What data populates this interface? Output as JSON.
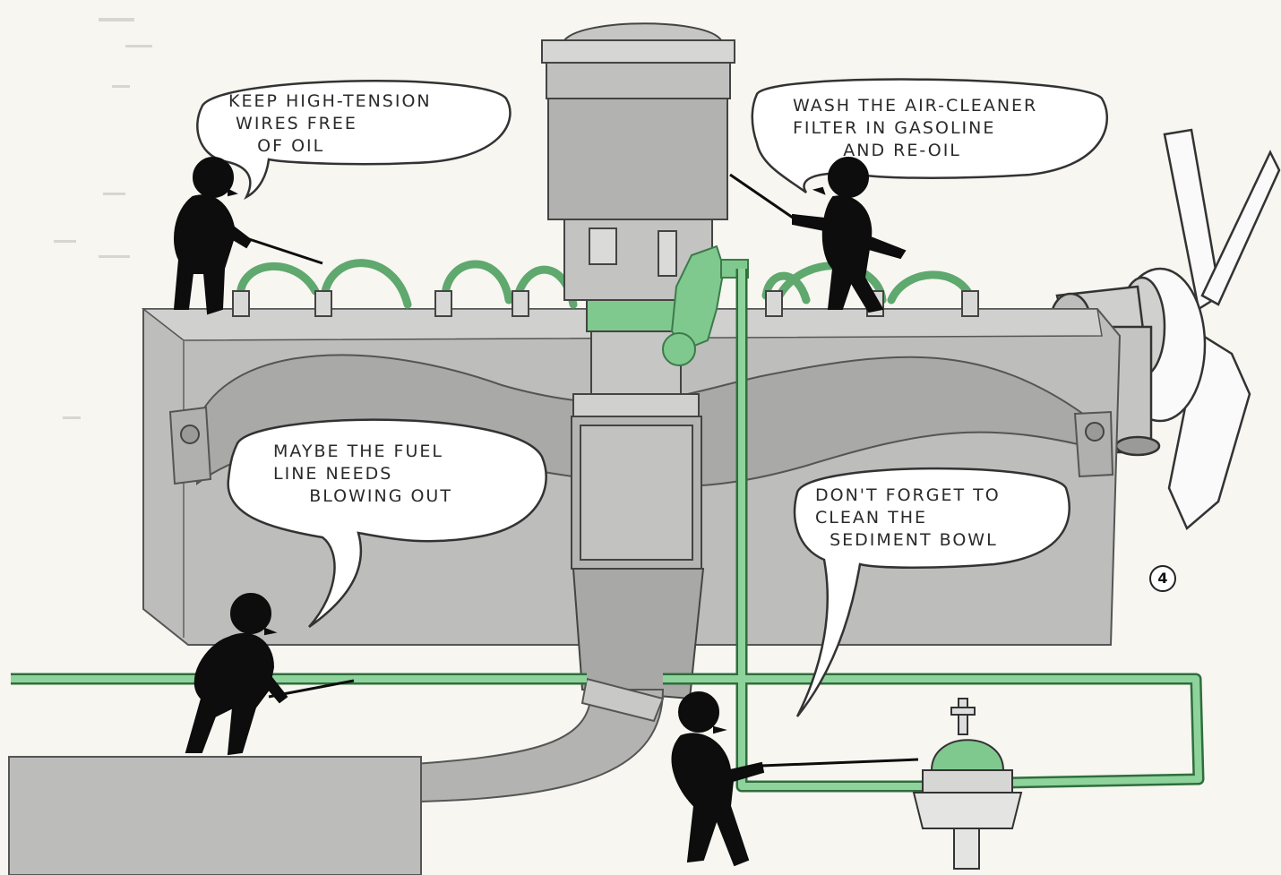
{
  "bubbles": {
    "wires": "KEEP HIGH-TENSION\n WIRES FREE\n    OF OIL",
    "filter": "WASH THE AIR-CLEANER\nFILTER IN GASOLINE\n       AND RE-OIL",
    "fuel_line": "MAYBE THE FUEL\nLINE NEEDS\n     BLOWING OUT",
    "sediment": "DON'T FORGET TO\nCLEAN THE\n  SEDIMENT BOWL"
  },
  "figure_number": "4",
  "colors": {
    "paper": "#f7f6f1",
    "engine_gray": "#bdbdbb",
    "engine_dark": "#a6a6a4",
    "fuel_green": "#7fc98f",
    "wire_green": "#5fa86e",
    "figure_black": "#0d0d0d"
  }
}
